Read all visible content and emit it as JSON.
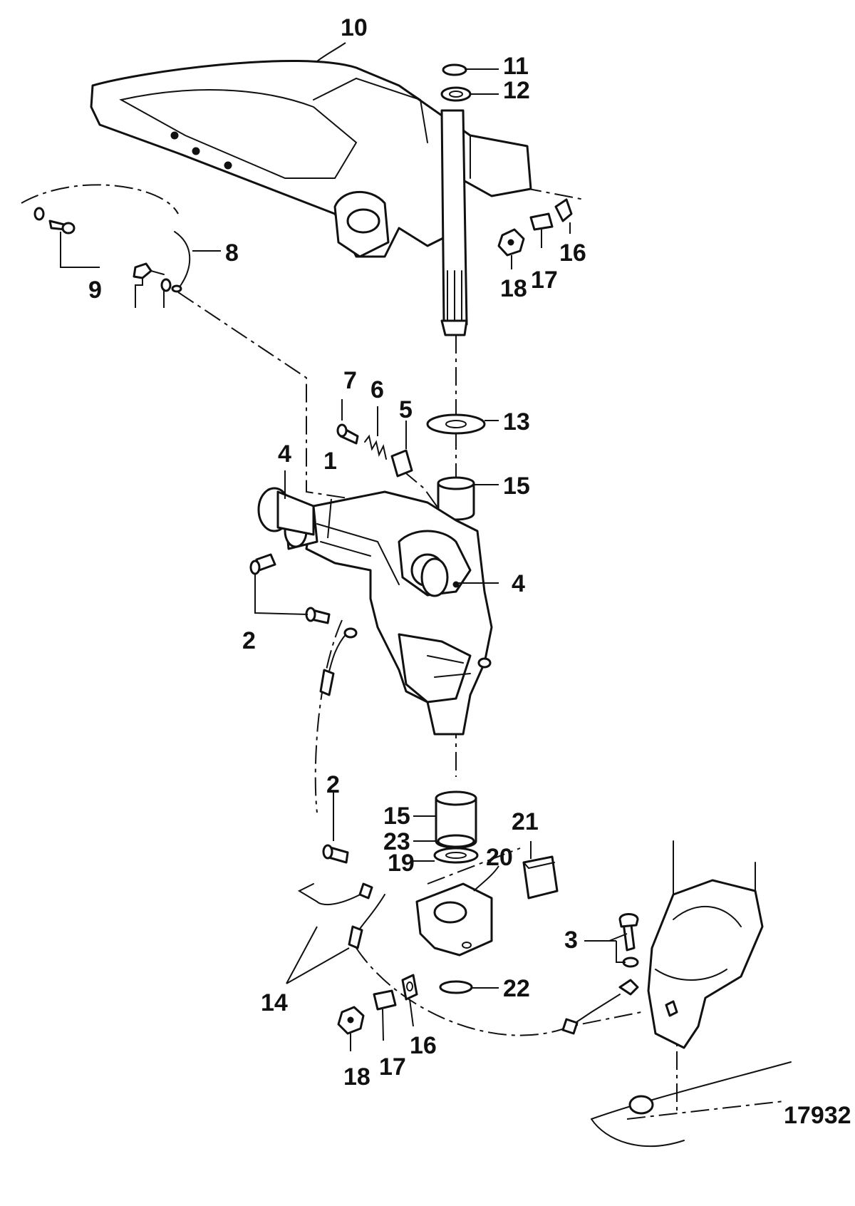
{
  "figure_number": "17932",
  "callouts": {
    "c1": "1",
    "c2a": "2",
    "c2b": "2",
    "c3": "3",
    "c4a": "4",
    "c4b": "4",
    "c5": "5",
    "c6": "6",
    "c7": "7",
    "c8": "8",
    "c9": "9",
    "c10": "10",
    "c11": "11",
    "c12": "12",
    "c13": "13",
    "c14": "14",
    "c15a": "15",
    "c15b": "15",
    "c16a": "16",
    "c16b": "16",
    "c17a": "17",
    "c17b": "17",
    "c18a": "18",
    "c18b": "18",
    "c19": "19",
    "c20": "20",
    "c21": "21",
    "c22": "22",
    "c23": "23"
  }
}
